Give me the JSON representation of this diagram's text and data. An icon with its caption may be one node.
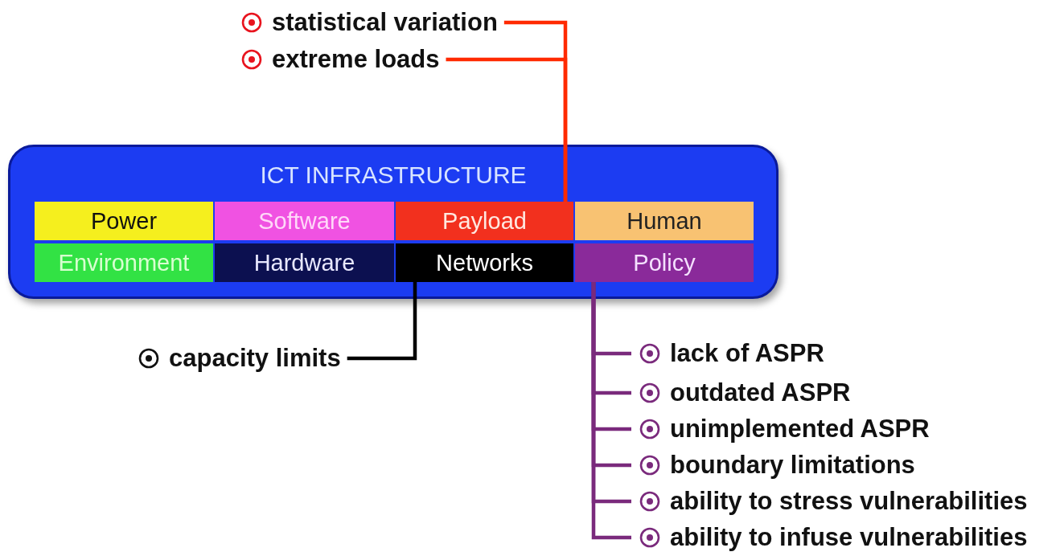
{
  "diagram": {
    "nodes": [
      {
        "text": [
          "ICT INFRASTRUCTURE"
        ]
      },
      {
        "text": [
          "Power"
        ],
        "in": 0
      },
      {
        "text": [
          "Software"
        ],
        "in": 0
      },
      {
        "text": [
          "Payload"
        ],
        "in": 0
      },
      {
        "text": [
          "Human"
        ],
        "in": 0
      },
      {
        "text": [
          "Environment"
        ],
        "in": 0
      },
      {
        "text": [
          "Hardware"
        ],
        "in": 0
      },
      {
        "text": [
          "Networks"
        ],
        "in": 0
      },
      {
        "text": [
          "Policy"
        ],
        "in": 0
      },
      {
        "text": [
          "statistical variation"
        ]
      },
      {
        "text": [
          "extreme loads"
        ]
      },
      {
        "text": [
          "capacity limits"
        ]
      },
      {
        "text": [
          "lack of ASPR"
        ]
      },
      {
        "text": [
          "outdated ASPR"
        ]
      },
      {
        "text": [
          "unimplemented ASPR"
        ]
      },
      {
        "text": [
          "boundary limitations"
        ]
      },
      {
        "text": [
          "ability to stress vulnerabilities"
        ]
      },
      {
        "text": [
          "ability to infuse vulnerabilities"
        ]
      }
    ],
    "edges": [
      {
        "from": 9,
        "to": 3,
        "arrow": "none",
        "color": "#ff2a00"
      },
      {
        "from": 10,
        "to": 3,
        "arrow": "none",
        "color": "#ff2a00"
      },
      {
        "from": 11,
        "to": 7,
        "arrow": "none",
        "color": "#000000"
      },
      {
        "from": 12,
        "to": 8,
        "arrow": "none"
      },
      {
        "from": 13,
        "to": 8,
        "arrow": "none"
      },
      {
        "from": 14,
        "to": 8,
        "arrow": "none"
      },
      {
        "from": 15,
        "to": 8,
        "arrow": "none"
      },
      {
        "from": 16,
        "to": 8,
        "arrow": "none"
      },
      {
        "from": 17,
        "to": 8,
        "arrow": "none"
      }
    ]
  }
}
